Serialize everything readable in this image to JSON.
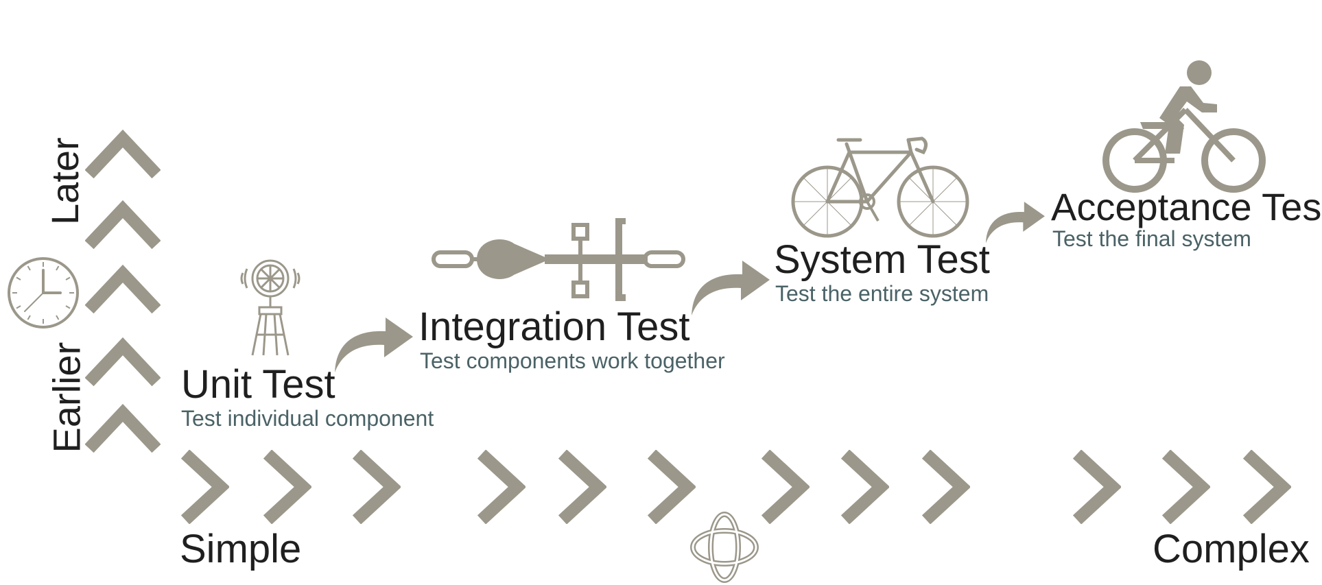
{
  "colors": {
    "icon": "#9b978a",
    "title": "#1f1f1f",
    "subtitle": "#4a6266"
  },
  "axes": {
    "vertical_top": "Later",
    "vertical_bottom": "Earlier",
    "horizontal_left": "Simple",
    "horizontal_right": "Complex"
  },
  "stages": [
    {
      "title": "Unit Test",
      "subtitle": "Test individual component",
      "icon": "windmill-icon"
    },
    {
      "title": "Integration Test",
      "subtitle": "Test components work together",
      "icon": "parts-assembly-icon"
    },
    {
      "title": "System Test",
      "subtitle": "Test the entire system",
      "icon": "bicycle-icon"
    },
    {
      "title": "Acceptance Test",
      "subtitle": "Test the final system",
      "icon": "cyclist-icon"
    }
  ],
  "decorations": {
    "time_icon": "clock-icon",
    "complexity_icon": "knot-icon",
    "up_chevrons": 5,
    "right_chevrons": 12
  }
}
